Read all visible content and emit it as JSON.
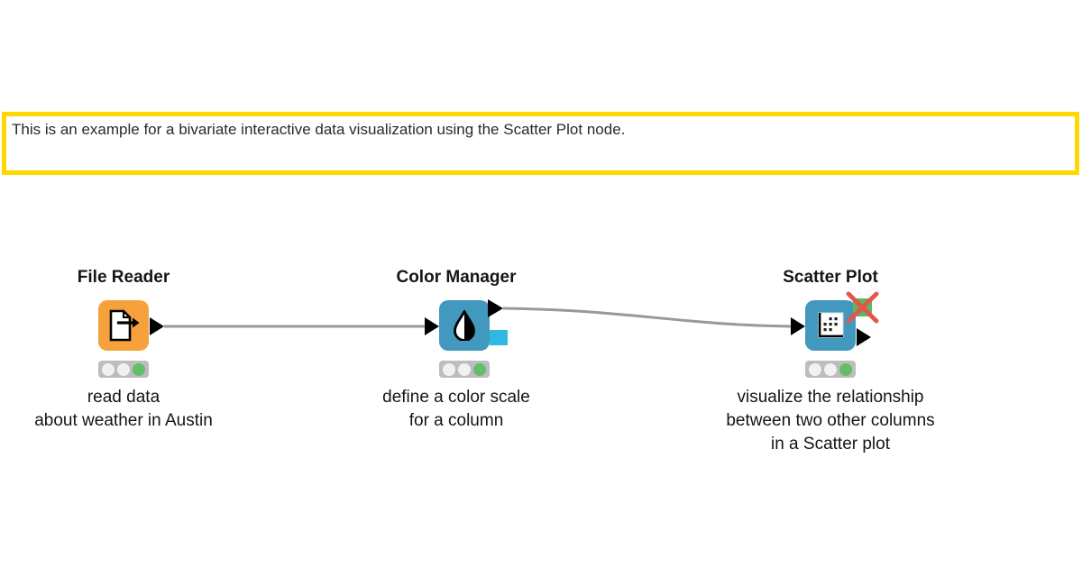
{
  "annotation": {
    "text": "This is an example for a bivariate interactive data visualization using the Scatter Plot node.",
    "border_color": "#FFD800"
  },
  "nodes": [
    {
      "title": "File Reader",
      "icon": "file-export-icon",
      "color": "#F7A13C",
      "status": "executed",
      "traffic_light": [
        "off",
        "off",
        "green"
      ],
      "description": [
        "read data",
        "about weather in Austin"
      ]
    },
    {
      "title": "Color Manager",
      "icon": "color-drop-icon",
      "color": "#4398BF",
      "status": "executed",
      "traffic_light": [
        "off",
        "off",
        "green"
      ],
      "description": [
        "define a color scale",
        "for a column"
      ]
    },
    {
      "title": "Scatter Plot",
      "icon": "scatter-grid-icon",
      "color": "#4398BF",
      "status": "executed",
      "traffic_light": [
        "off",
        "off",
        "green"
      ],
      "description": [
        "visualize the relationship",
        "between two other columns",
        "in a Scatter plot"
      ]
    }
  ],
  "connections": [
    {
      "from": "File Reader",
      "to": "Color Manager"
    },
    {
      "from": "Color Manager",
      "to": "Scatter Plot"
    }
  ],
  "colors": {
    "node_source": "#F7A13C",
    "node_visualizer": "#4398BF",
    "color_model_port": "#2FB9E2",
    "image_port": "#5CB85C",
    "inactive_x": "#E2574B",
    "wire": "#999999",
    "traffic_light_bg": "#BDBDBD",
    "traffic_light_on": "#63BE68"
  }
}
